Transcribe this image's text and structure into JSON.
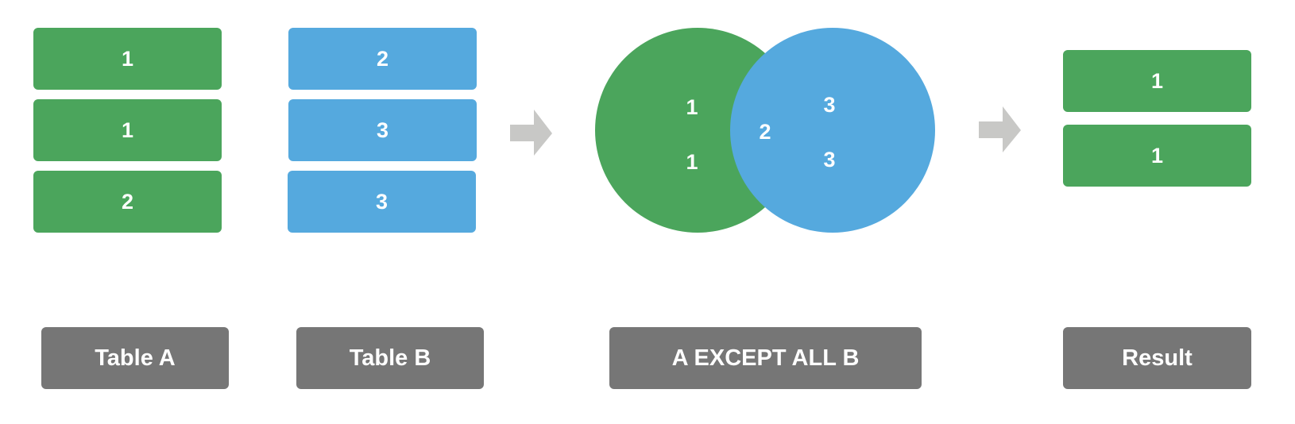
{
  "table_a": {
    "label": "Table A",
    "rows": [
      "1",
      "1",
      "2"
    ],
    "color": "#4ba55c"
  },
  "table_b": {
    "label": "Table B",
    "rows": [
      "2",
      "3",
      "3"
    ],
    "color": "#55a9de"
  },
  "venn": {
    "label": "A EXCEPT ALL B",
    "a_only": [
      "1",
      "1"
    ],
    "overlap": [
      "2"
    ],
    "b_only": [
      "3",
      "3"
    ]
  },
  "result": {
    "label": "Result",
    "rows": [
      "1",
      "1"
    ]
  },
  "colors": {
    "label_bg": "#767676",
    "arrow": "#c8c8c6"
  },
  "icons": {
    "arrow_1": "right-arrow-icon",
    "arrow_2": "right-arrow-icon"
  }
}
